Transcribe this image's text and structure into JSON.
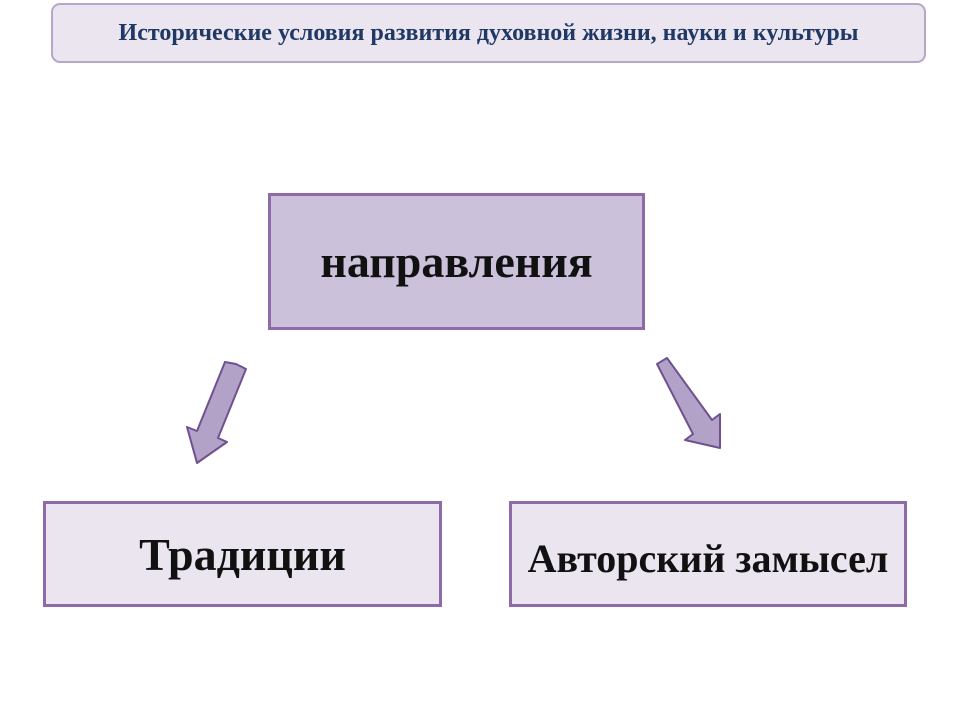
{
  "title": "Исторические условия развития духовной жизни, науки и культуры",
  "diagram": {
    "center_node": "направления",
    "left_node": "Традиции",
    "right_node": "Авторский замысел"
  },
  "colors": {
    "title_fill": "#ebe5f0",
    "title_border": "#b7a6c9",
    "title_text": "#1f3864",
    "center_fill": "#ccc1da",
    "node_fill": "#ebe5f0",
    "node_border": "#8d6ba8",
    "arrow_fill": "#b3a2c7",
    "arrow_stroke": "#6f5190"
  }
}
